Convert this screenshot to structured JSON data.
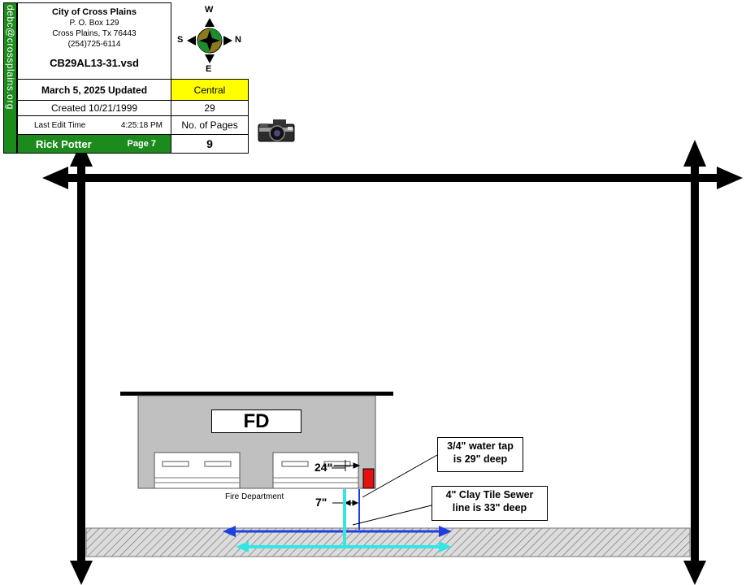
{
  "title_block": {
    "side_email": "debc@crossplains.org",
    "city": "City of Cross Plains",
    "po_box": "P. O. Box 129",
    "city_state": "Cross Plains, Tx  76443",
    "phone": "(254)725-6114",
    "filename": "CB29AL13-31.vsd",
    "updated": "March 5, 2025 Updated",
    "region": "Central",
    "created": "Created 10/21/1999",
    "created_value": "29",
    "last_edit_label": "Last Edit Time",
    "last_edit_time": "4:25:18 PM",
    "pages_label": "No. of Pages",
    "author": "Rick Potter",
    "page": "Page 7",
    "pages_count": "9"
  },
  "compass": {
    "top": "W",
    "left": "S",
    "right": "N",
    "bottom": "E"
  },
  "camera_icon": "camera-icon",
  "building": {
    "label": "FD",
    "caption": "Fire Department"
  },
  "dimensions": {
    "water_offset": "24\"",
    "sewer_offset": "7\""
  },
  "notes": {
    "water_line1": "3/4\" water tap",
    "water_line2": "is 29\" deep",
    "sewer_line1": "4\" Clay Tile Sewer",
    "sewer_line2": "line is 33\" deep"
  },
  "colors": {
    "green": "#1d8a1d",
    "yellow": "#ffff00",
    "water_line": "#1f3fe0",
    "sewer_line": "#33e6e6",
    "meter": "#e31010",
    "building": "#c0c0c0"
  }
}
